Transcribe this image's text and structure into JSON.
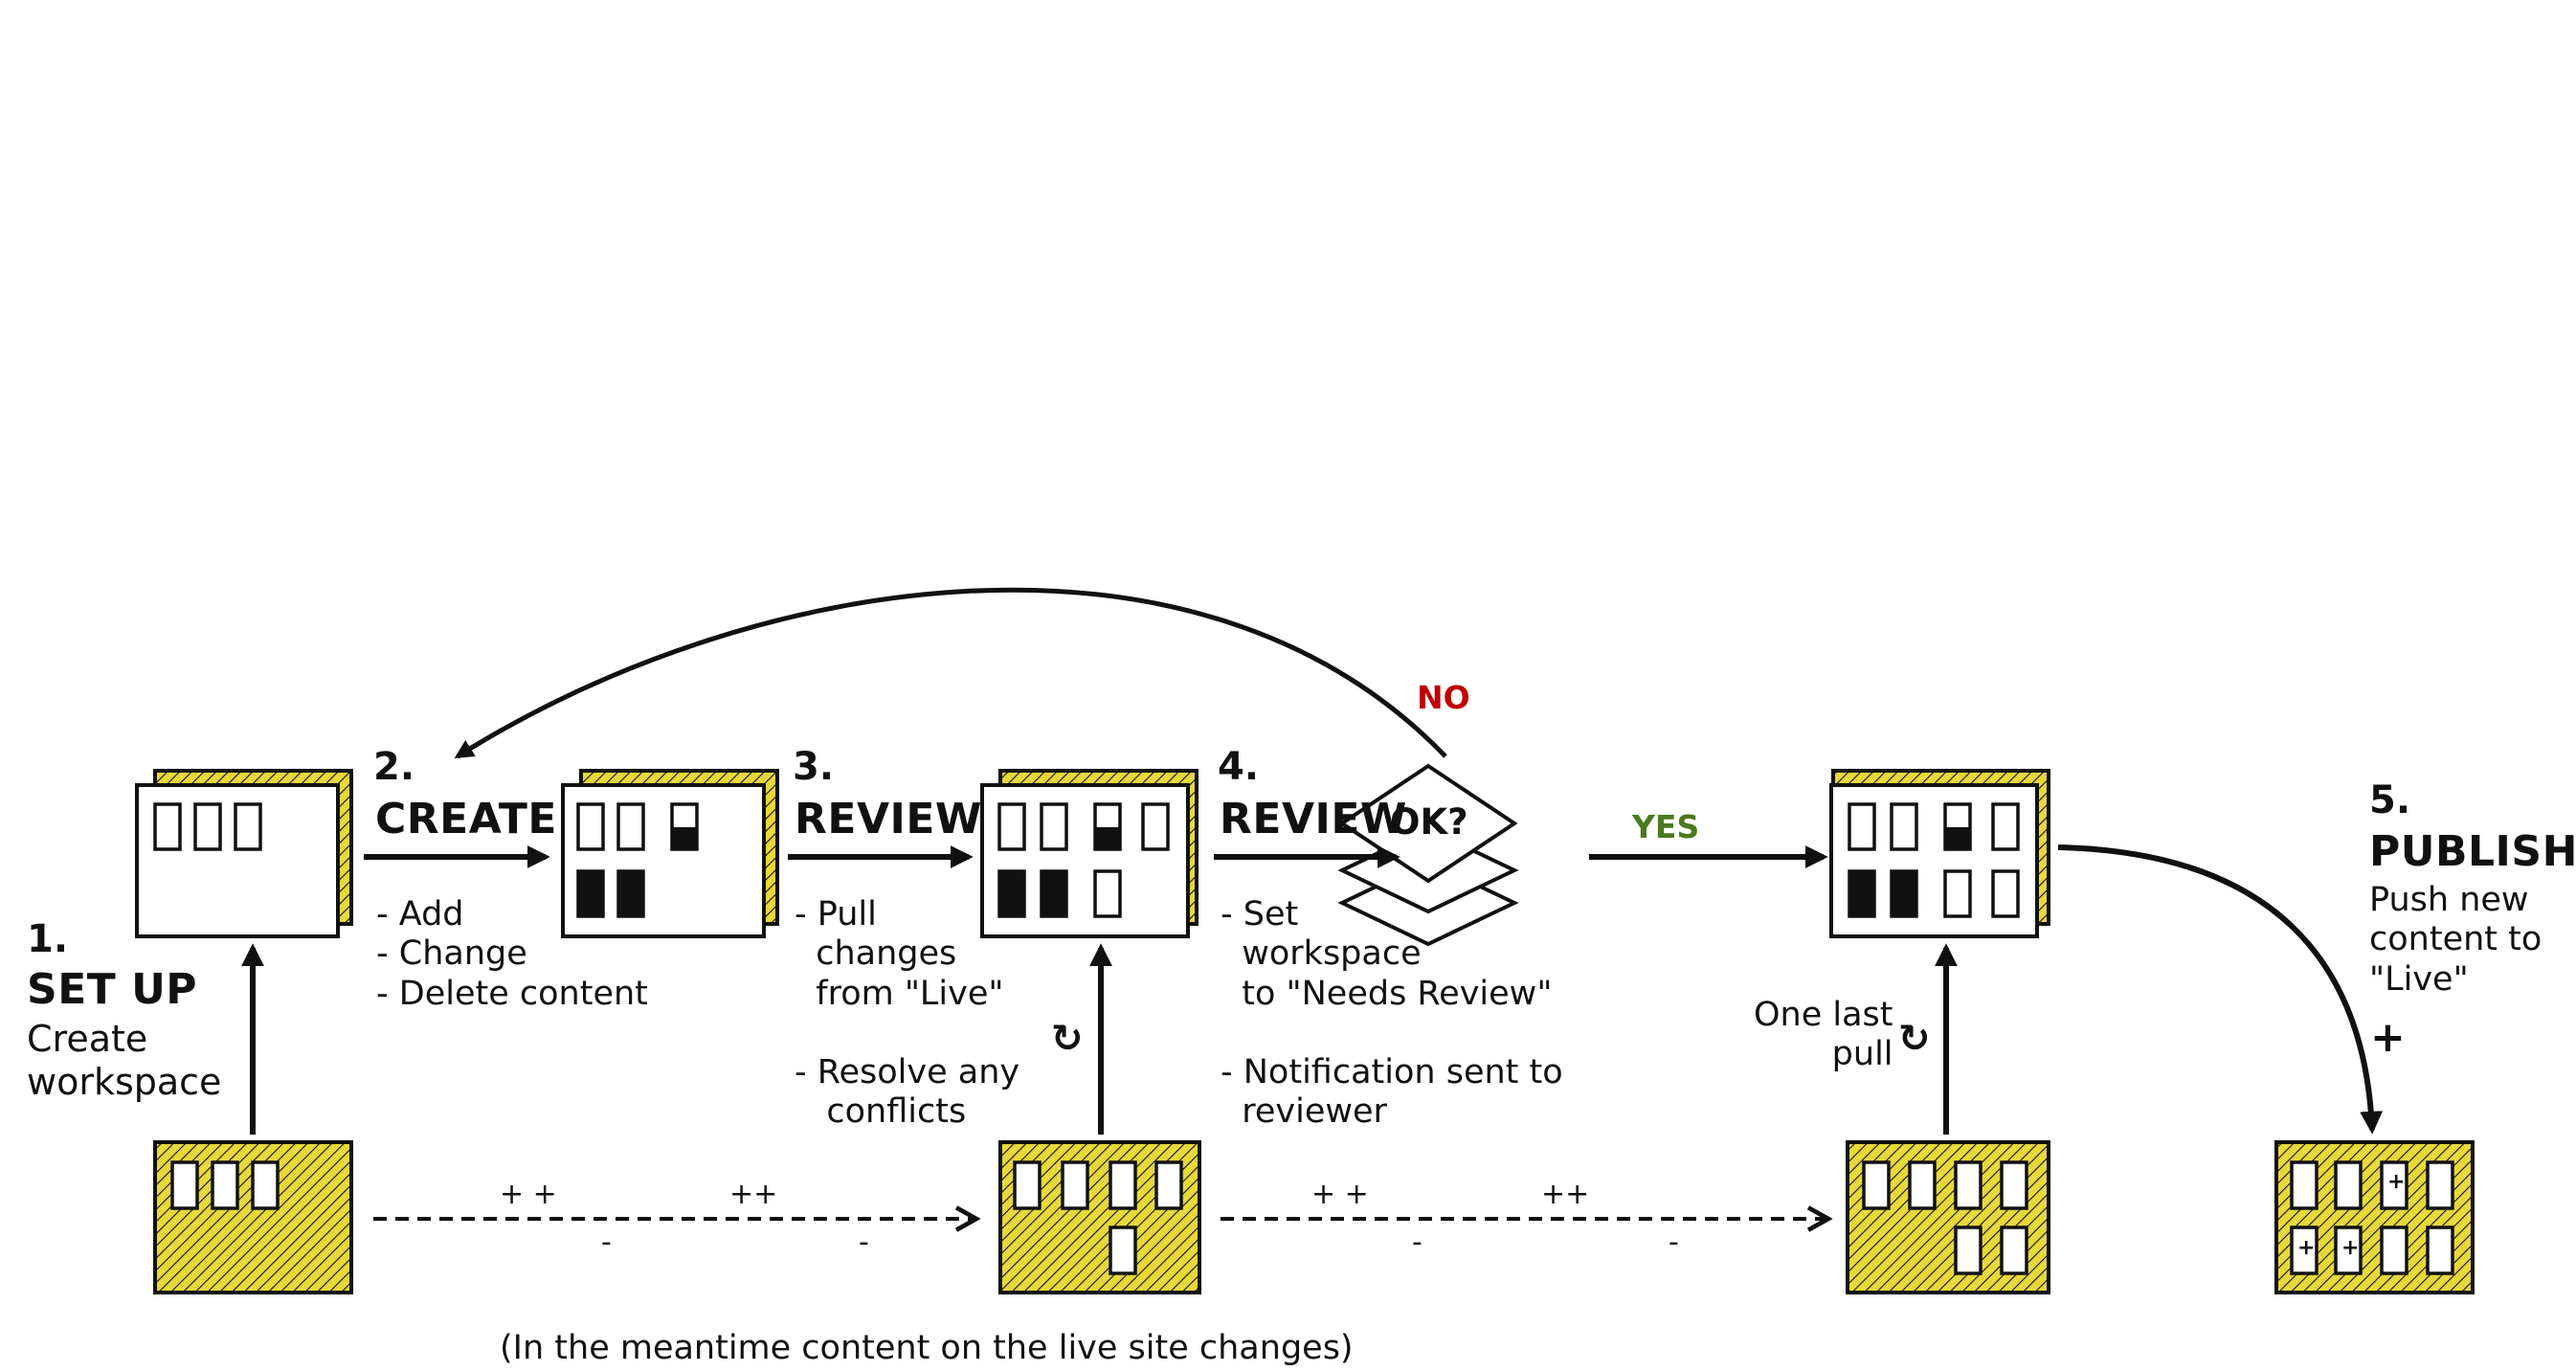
{
  "colors": {
    "yellow": "#e7d83b",
    "ink": "#111111",
    "no": "#c00000",
    "yes": "#4a7a1c"
  },
  "steps": {
    "setup": {
      "number": "1.",
      "title": "SET UP",
      "desc_lines": [
        "Create",
        "workspace"
      ]
    },
    "create": {
      "number": "2.",
      "title": "CREATE",
      "desc_lines": [
        "- Add",
        "- Change",
        "- Delete content"
      ]
    },
    "review1": {
      "number": "3.",
      "title": "REVIEW",
      "desc_lines": [
        "- Pull",
        "  changes",
        "  from \"Live\"",
        "",
        "- Resolve any",
        "   conflicts"
      ]
    },
    "review2": {
      "number": "4.",
      "title": "REVIEW",
      "desc_lines": [
        "- Set",
        "  workspace",
        "  to \"Needs Review\"",
        "",
        "- Notification sent to",
        "  reviewer"
      ]
    },
    "publish": {
      "number": "5.",
      "title": "PUBLISH",
      "desc_lines": [
        "Push new",
        "content to",
        "\"Live\""
      ]
    }
  },
  "decision": {
    "label": "OK?",
    "no": "NO",
    "yes": "YES"
  },
  "last_pull": {
    "lines": [
      "One last",
      "pull"
    ]
  },
  "refresh_icon": "refresh-icon",
  "live_changes": {
    "add1": "+ +",
    "add2": "++",
    "remove": "-"
  },
  "publish_plus": "+",
  "cell_plus": "+",
  "footer": "(In the meantime content on the live site changes)"
}
